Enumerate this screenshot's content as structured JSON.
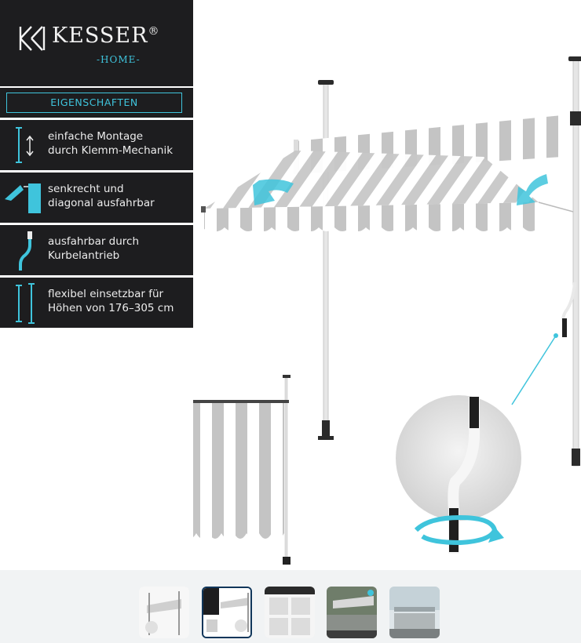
{
  "brand": {
    "name": "KESSER",
    "registered": "®",
    "tagline": "-HOME-"
  },
  "properties_title": "EIGENSCHAFTEN",
  "features": [
    {
      "icon": "height-adjust-icon",
      "line1": "einfache Montage",
      "line2": "durch Klemm-Mechanik"
    },
    {
      "icon": "tilt-icon",
      "line1": "senkrecht und",
      "line2": "diagonal ausfahrbar"
    },
    {
      "icon": "crank-icon",
      "line1": "ausfahrbar durch",
      "line2": "Kurbelantrieb"
    },
    {
      "icon": "poles-icon",
      "line1": "flexibel einsetzbar für",
      "line2": "Höhen von 176–305 cm"
    }
  ],
  "colors": {
    "panel_bg": "#1d1d1f",
    "accent": "#3fc4dc",
    "stripe_grey": "#bfbfbf",
    "gallery_bg": "#f1f3f4",
    "selected_border": "#10365a"
  },
  "gallery": {
    "selected_index": 1,
    "thumbnails": [
      "thumbnail-1",
      "thumbnail-2",
      "thumbnail-3",
      "thumbnail-4",
      "thumbnail-5"
    ]
  }
}
